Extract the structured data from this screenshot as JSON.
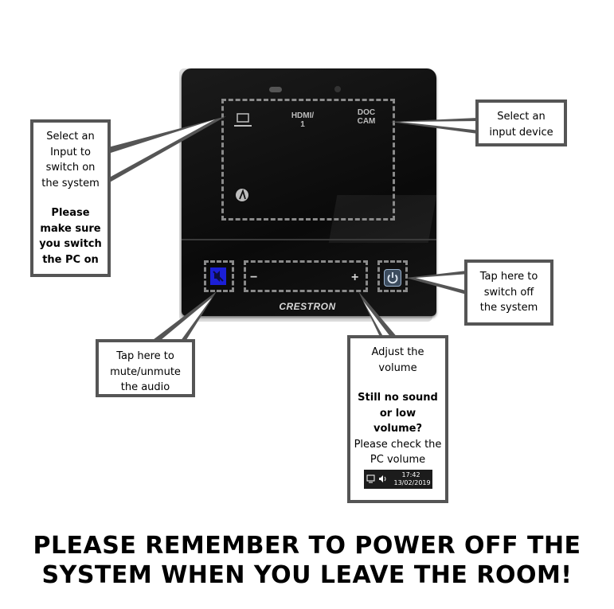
{
  "panel": {
    "input_1_label": "HDMI/\n1",
    "input_2_label": "DOC\nCAM",
    "brand": "CRESTRON",
    "volume_down": "−",
    "volume_up": "+"
  },
  "callouts": {
    "select_input": {
      "text": "Select an Input to switch on the system",
      "note": "Please make sure you switch the PC on"
    },
    "select_device": {
      "text": "Select an input device"
    },
    "switch_off": {
      "text": "Tap here to switch off the system"
    },
    "mute": {
      "text": "Tap here to mute/unmute the audio"
    },
    "volume": {
      "text": "Adjust the volume",
      "note": "Still no sound or low volume?",
      "check": "Please check the PC volume",
      "taskbar_time": "17:42",
      "taskbar_date": "13/02/2019"
    }
  },
  "footer": {
    "line1": "PLEASE REMEMBER TO POWER OFF THE",
    "line2": "SYSTEM WHEN YOU LEAVE THE ROOM!"
  },
  "icons": [
    "computer-icon",
    "airmedia-icon",
    "mute-icon",
    "power-icon",
    "network-icon",
    "speaker-icon"
  ],
  "colors": {
    "callout_border": "#555555",
    "mute_button": "#1b1fd6",
    "panel": "#0f0f0f"
  }
}
